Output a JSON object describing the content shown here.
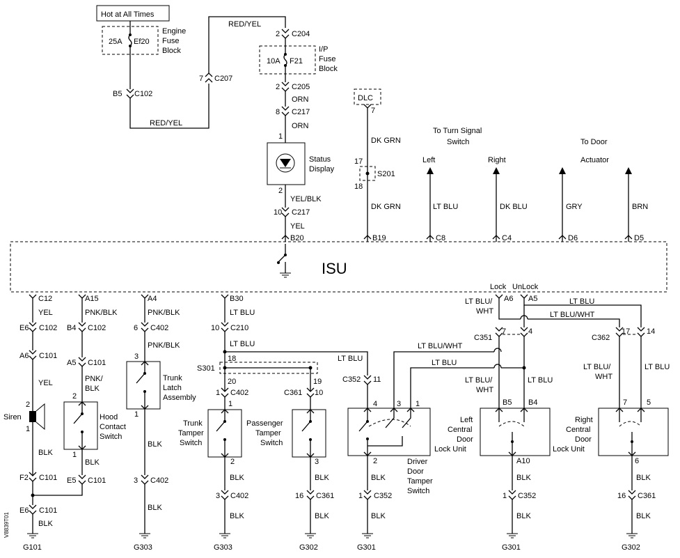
{
  "header": {
    "hot_label": "Hot at All Times"
  },
  "fuses": {
    "engine": {
      "rating": "25A",
      "id": "Ef20",
      "name": "Engine Fuse Block"
    },
    "ip": {
      "rating": "10A",
      "id": "F21",
      "name": "I/P Fuse Block"
    }
  },
  "isu": {
    "label": "ISU",
    "lock_label": "Lock",
    "unlock_label": "UnLock"
  },
  "connectors": {
    "c204": "C204",
    "c205": "C205",
    "c217": "C217",
    "c207": "C207",
    "c102": "C102",
    "c101": "C101",
    "c402": "C402",
    "c210": "C210",
    "c352": "C352",
    "c361": "C361",
    "c351": "C351",
    "c362": "C362",
    "s301": "S301",
    "s201": "S201",
    "dlc": "DLC"
  },
  "wires": {
    "red_yel": "RED/YEL",
    "orn": "ORN",
    "yel_blk": "YEL/BLK",
    "yel": "YEL",
    "dk_grn": "DK GRN",
    "lt_blu": "LT BLU",
    "dk_blu": "DK BLU",
    "gry": "GRY",
    "brn": "BRN",
    "pnk_blk": "PNK/BLK",
    "blk": "BLK",
    "lt_blu_wht": "LT BLU/WHT",
    "pnk": "PNK/",
    "blk2": "BLK",
    "ltblu_wht_a": "LT BLU/",
    "wht": "WHT"
  },
  "pins": {
    "b20": "B20",
    "b19": "B19",
    "c8": "C8",
    "c4": "C4",
    "d6": "D6",
    "d5": "D5",
    "c12": "C12",
    "a15": "A15",
    "a4": "A4",
    "b30": "B30",
    "a6": "A6",
    "a5": "A5",
    "e6": "E6",
    "b4": "B4",
    "b5": "B5",
    "a10": "A10",
    "f2": "F2",
    "e5": "E5",
    "p1": "1",
    "p2": "2",
    "p3": "3",
    "p4": "4",
    "p5": "5",
    "p6": "6",
    "p7": "7",
    "p8": "8",
    "p10": "10",
    "p11": "11",
    "p14": "14",
    "p16": "16",
    "p17": "17",
    "p18": "18",
    "p19": "19",
    "p20": "20"
  },
  "components": {
    "status_display": "Status Display",
    "turn_signal": "To Turn Signal Switch",
    "left": "Left",
    "right": "Right",
    "door_actuator": "To Door Actuator",
    "siren": "Siren",
    "hood_switch": "Hood Contact Switch",
    "trunk_latch": "Trunk Latch Assembly",
    "trunk_tamper": "Trunk Tamper Switch",
    "pass_tamper": "Passenger Tamper Switch",
    "driver_tamper": "Driver Door Tamper Switch",
    "left_lock": "Left Central Door Lock Unit",
    "right_lock": "Right Central Door Lock Unit"
  },
  "grounds": {
    "g101": "G101",
    "g303": "G303",
    "g302": "G302",
    "g301": "G301"
  },
  "side_code": "V8839T01"
}
